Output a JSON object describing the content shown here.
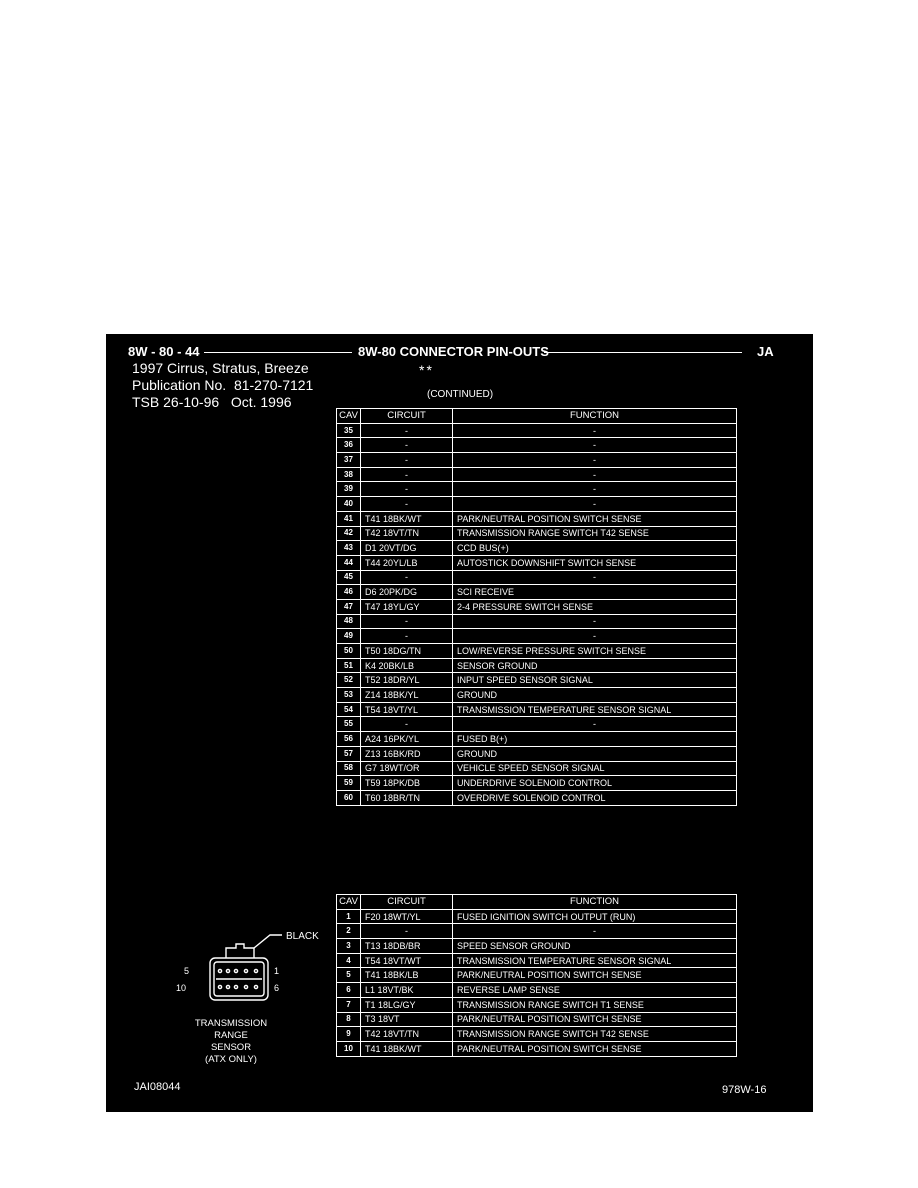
{
  "header": {
    "page_id": "8W - 80 - 44",
    "title": "8W-80 CONNECTOR PIN-OUTS",
    "section": "JA"
  },
  "overlay": {
    "line1": "1997 Cirrus, Stratus, Breeze",
    "line2": "Publication No.  81-270-7121",
    "line3": "TSB 26-10-96   Oct. 1996"
  },
  "stars": "**",
  "continued": "(CONTINUED)",
  "table1": {
    "headers": [
      "CAV",
      "CIRCUIT",
      "FUNCTION"
    ],
    "rows": [
      {
        "cav": "35",
        "circuit": "-",
        "function": "-"
      },
      {
        "cav": "36",
        "circuit": "-",
        "function": "-"
      },
      {
        "cav": "37",
        "circuit": "-",
        "function": "-"
      },
      {
        "cav": "38",
        "circuit": "-",
        "function": "-"
      },
      {
        "cav": "39",
        "circuit": "-",
        "function": "-"
      },
      {
        "cav": "40",
        "circuit": "-",
        "function": "-"
      },
      {
        "cav": "41",
        "circuit": "T41 18BK/WT",
        "function": "PARK/NEUTRAL POSITION SWITCH SENSE"
      },
      {
        "cav": "42",
        "circuit": "T42 18VT/TN",
        "function": "TRANSMISSION RANGE SWITCH T42 SENSE"
      },
      {
        "cav": "43",
        "circuit": "D1 20VT/DG",
        "function": "CCD BUS(+)"
      },
      {
        "cav": "44",
        "circuit": "T44 20YL/LB",
        "function": "AUTOSTICK DOWNSHIFT SWITCH SENSE"
      },
      {
        "cav": "45",
        "circuit": "-",
        "function": "-"
      },
      {
        "cav": "46",
        "circuit": "D6 20PK/DG",
        "function": "SCI RECEIVE"
      },
      {
        "cav": "47",
        "circuit": "T47 18YL/GY",
        "function": "2-4 PRESSURE SWITCH SENSE"
      },
      {
        "cav": "48",
        "circuit": "-",
        "function": "-"
      },
      {
        "cav": "49",
        "circuit": "-",
        "function": "-"
      },
      {
        "cav": "50",
        "circuit": "T50 18DG/TN",
        "function": "LOW/REVERSE PRESSURE SWITCH SENSE"
      },
      {
        "cav": "51",
        "circuit": "K4 20BK/LB",
        "function": "SENSOR GROUND"
      },
      {
        "cav": "52",
        "circuit": "T52 18DR/YL",
        "function": "INPUT SPEED SENSOR SIGNAL"
      },
      {
        "cav": "53",
        "circuit": "Z14 18BK/YL",
        "function": "GROUND"
      },
      {
        "cav": "54",
        "circuit": "T54 18VT/YL",
        "function": "TRANSMISSION TEMPERATURE SENSOR SIGNAL"
      },
      {
        "cav": "55",
        "circuit": "-",
        "function": "-"
      },
      {
        "cav": "56",
        "circuit": "A24 16PK/YL",
        "function": "FUSED B(+)"
      },
      {
        "cav": "57",
        "circuit": "Z13 16BK/RD",
        "function": "GROUND"
      },
      {
        "cav": "58",
        "circuit": "G7 18WT/OR",
        "function": "VEHICLE SPEED SENSOR SIGNAL"
      },
      {
        "cav": "59",
        "circuit": "T59 18PK/DB",
        "function": "UNDERDRIVE SOLENOID CONTROL"
      },
      {
        "cav": "60",
        "circuit": "T60 18BR/TN",
        "function": "OVERDRIVE SOLENOID CONTROL"
      }
    ]
  },
  "table2": {
    "headers": [
      "CAV",
      "CIRCUIT",
      "FUNCTION"
    ],
    "rows": [
      {
        "cav": "1",
        "circuit": "F20 18WT/YL",
        "function": "FUSED IGNITION SWITCH OUTPUT (RUN)"
      },
      {
        "cav": "2",
        "circuit": "-",
        "function": "-"
      },
      {
        "cav": "3",
        "circuit": "T13 18DB/BR",
        "function": "SPEED SENSOR GROUND"
      },
      {
        "cav": "4",
        "circuit": "T54 18VT/WT",
        "function": "TRANSMISSION TEMPERATURE SENSOR SIGNAL"
      },
      {
        "cav": "5",
        "circuit": "T41 18BK/LB",
        "function": "PARK/NEUTRAL POSITION SWITCH SENSE"
      },
      {
        "cav": "6",
        "circuit": "L1 18VT/BK",
        "function": "REVERSE LAMP SENSE"
      },
      {
        "cav": "7",
        "circuit": "T1 18LG/GY",
        "function": "TRANSMISSION RANGE SWITCH T1 SENSE"
      },
      {
        "cav": "8",
        "circuit": "T3 18VT",
        "function": "PARK/NEUTRAL POSITION SWITCH SENSE"
      },
      {
        "cav": "9",
        "circuit": "T42 18VT/TN",
        "function": "TRANSMISSION RANGE SWITCH T42 SENSE"
      },
      {
        "cav": "10",
        "circuit": "T41 18BK/WT",
        "function": "PARK/NEUTRAL POSITION SWITCH SENSE"
      }
    ]
  },
  "connector": {
    "color_label": "BLACK",
    "pin_top_left": "5",
    "pin_top_right": "1",
    "pin_bottom_left": "10",
    "pin_bottom_right": "6",
    "name_lines": [
      "TRANSMISSION",
      "RANGE",
      "SENSOR",
      "(ATX ONLY)"
    ]
  },
  "footer": {
    "left": "JAI08044",
    "right": "978W-16"
  }
}
